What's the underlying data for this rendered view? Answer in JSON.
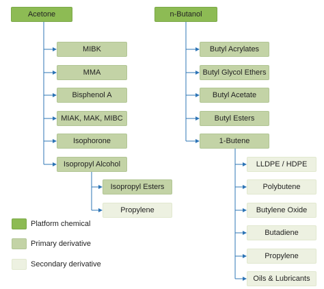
{
  "colors": {
    "platform": "#8dbb54",
    "primary": "#c3d3a6",
    "secondary": "#edf1e1",
    "connector": "#2e75b6"
  },
  "diagram": {
    "acetone": {
      "label": "Acetone",
      "primary": [
        "MIBK",
        "MMA",
        "Bisphenol A",
        "MIAK, MAK, MIBC",
        "Isophorone",
        "Isopropyl Alcohol"
      ],
      "isopropyl_alcohol_secondary": [
        "Isopropyl Esters",
        "Propylene"
      ]
    },
    "butanol": {
      "label": "n-Butanol",
      "primary": [
        "Butyl Acrylates",
        "Butyl Glycol Ethers",
        "Butyl Acetate",
        "Butyl Esters",
        "1-Butene"
      ],
      "butene_secondary": [
        "LLDPE / HDPE",
        "Polybutene",
        "Butylene Oxide",
        "Butadiene",
        "Propylene",
        "Oils & Lubricants"
      ]
    }
  },
  "legend": {
    "platform": "Platform chemical",
    "primary": "Primary derivative",
    "secondary": "Secondary derivative"
  }
}
